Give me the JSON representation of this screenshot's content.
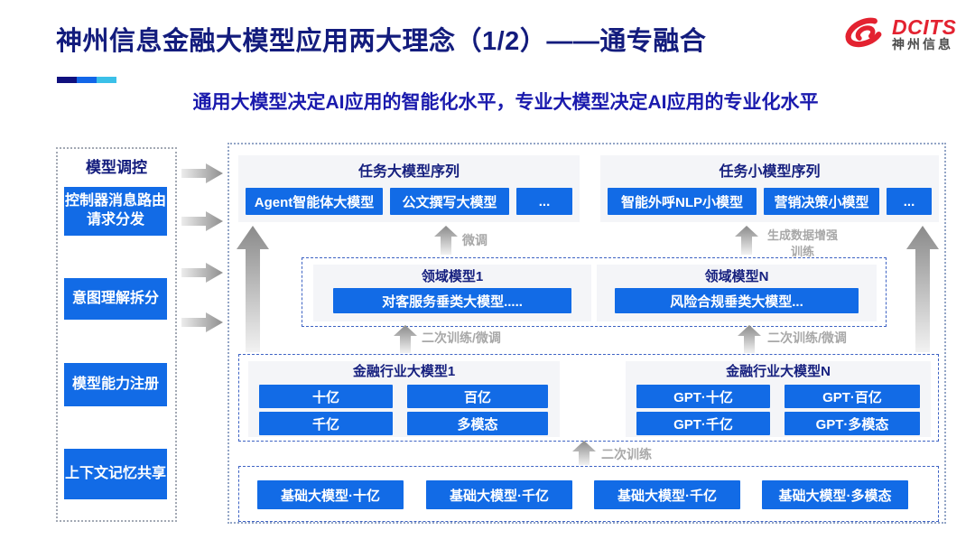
{
  "slide": {
    "title": "神州信息金融大模型应用两大理念（1/2）——通专融合",
    "subtitle": "通用大模型决定AI应用的智能化水平，专业大模型决定AI应用的专业化水平"
  },
  "logo": {
    "brand": "DCITS",
    "brand_cn": "神州信息"
  },
  "sidebar": {
    "title": "模型调控",
    "items": [
      {
        "label": "控制器消息路由请求分发"
      },
      {
        "label": "意图理解拆分"
      },
      {
        "label": "模型能力注册"
      },
      {
        "label": "上下文记忆共享"
      }
    ]
  },
  "diagram": {
    "task_large_group": {
      "title": "任务大模型序列",
      "items": [
        "Agent智能体大模型",
        "公文撰写大模型",
        "..."
      ]
    },
    "task_small_group": {
      "title": "任务小模型序列",
      "items": [
        "智能外呼NLP小模型",
        "营销决策小模型",
        "..."
      ]
    },
    "arrow_labels": {
      "finetune": "微调",
      "gen_data_training": "生成数据增强训练",
      "retrain_finetune_left": "二次训练/微调",
      "retrain_finetune_right": "二次训练/微调",
      "retrain": "二次训练"
    },
    "domain_groups": [
      {
        "title": "领域模型1",
        "item": "对客服务垂类大模型....."
      },
      {
        "title": "领域模型N",
        "item": "风险合规垂类大模型..."
      }
    ],
    "industry_groups": [
      {
        "title": "金融行业大模型1",
        "items": [
          "十亿",
          "百亿",
          "千亿",
          "多模态"
        ]
      },
      {
        "title": "金融行业大模型N",
        "items": [
          "GPT·十亿",
          "GPT·百亿",
          "GPT·千亿",
          "GPT·多模态"
        ]
      }
    ],
    "base_models": [
      "基础大模型·十亿",
      "基础大模型·千亿",
      "基础大模型·千亿",
      "基础大模型·多模态"
    ]
  },
  "colors": {
    "accent_navy": "#10107e",
    "accent_blue": "#1266e8",
    "accent_cyan": "#3bc0e8",
    "button_blue": "#126be6",
    "title_navy": "#131c7d",
    "subtitle_blue": "#1a1aad",
    "logo_red": "#e32230"
  }
}
